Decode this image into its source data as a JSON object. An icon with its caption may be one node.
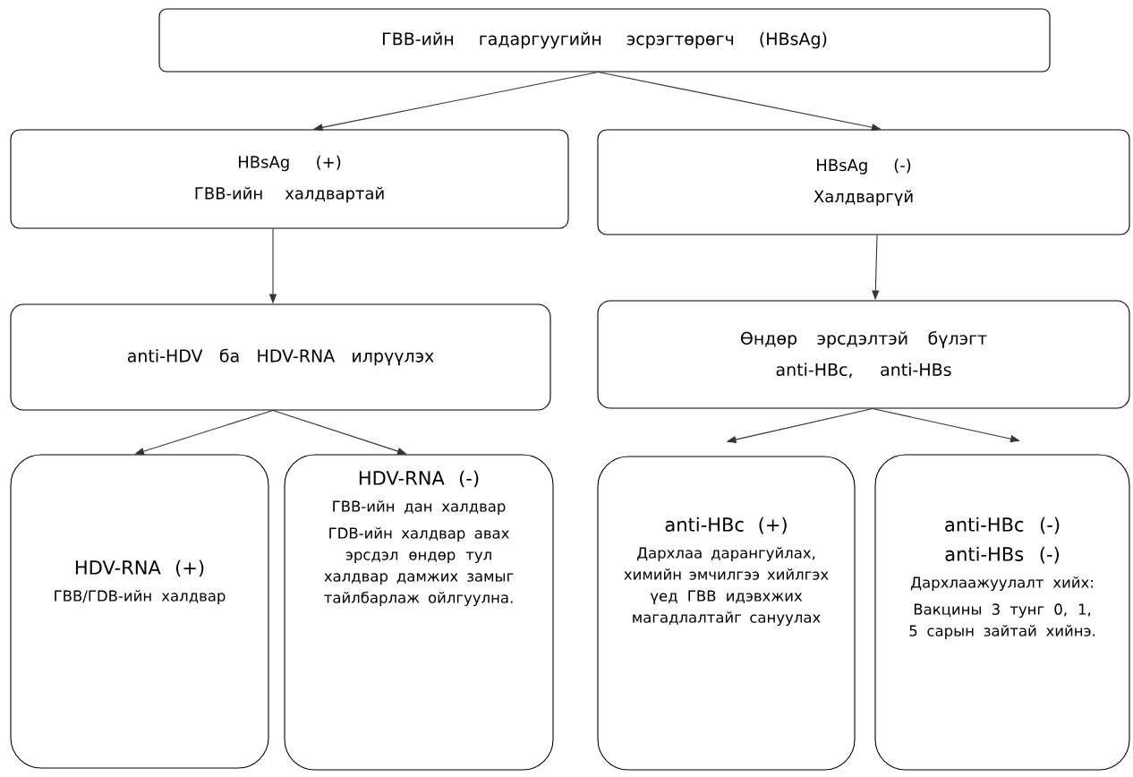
{
  "diagram": {
    "nodes": [
      {
        "text": [
          "ГВВ-ийн гадаргуугийн эсрэгтөрөгч (HBsAg)"
        ]
      },
      {
        "text": [
          "HBsAg (+)",
          "ГВВ-ийн халдвартай"
        ]
      },
      {
        "text": [
          "HBsAg (-)",
          "Халдваргүй"
        ]
      },
      {
        "text": [
          "anti-HDV ба HDV-RNA илрүүлэх"
        ]
      },
      {
        "text": [
          "Өндөр эрсдэлтэй бүлэгт",
          "anti-HBc, anti-HBs"
        ]
      },
      {
        "text": [
          "HDV-RNA (+)",
          "ГВВ/ГDВ-ийн халдвар"
        ]
      },
      {
        "text": [
          "HDV-RNA (-)",
          "ГВВ-ийн дан халдвар",
          "ГDВ-ийн халдвар авах эрсдэл өндөр тул халдвар дамжих замыг тайлбарлаж ойлгуулна."
        ]
      },
      {
        "text": [
          "anti-HBc (+)",
          "Дархлаа дарангуйлах, химийн эмчилгээ хийлгэх үед ГВВ идэвхжих магадлалтайг сануулах"
        ]
      },
      {
        "text": [
          "anti-HBc (-)",
          "anti-HBs (-)",
          "Дархлаажуулалт хийх:",
          "Вакцины 3 тунг 0, 1, 5 сарын зайтай хийнэ."
        ]
      }
    ],
    "edges": [
      {
        "from": 0,
        "to": 1,
        "arrow": "to"
      },
      {
        "from": 0,
        "to": 2,
        "arrow": "to"
      },
      {
        "from": 1,
        "to": 3,
        "arrow": "to"
      },
      {
        "from": 2,
        "to": 4,
        "arrow": "to"
      },
      {
        "from": 3,
        "to": 5,
        "arrow": "to"
      },
      {
        "from": 3,
        "to": 6,
        "arrow": "to"
      },
      {
        "from": 4,
        "to": 7,
        "arrow": "to"
      },
      {
        "from": 4,
        "to": 8,
        "arrow": "to"
      }
    ]
  }
}
